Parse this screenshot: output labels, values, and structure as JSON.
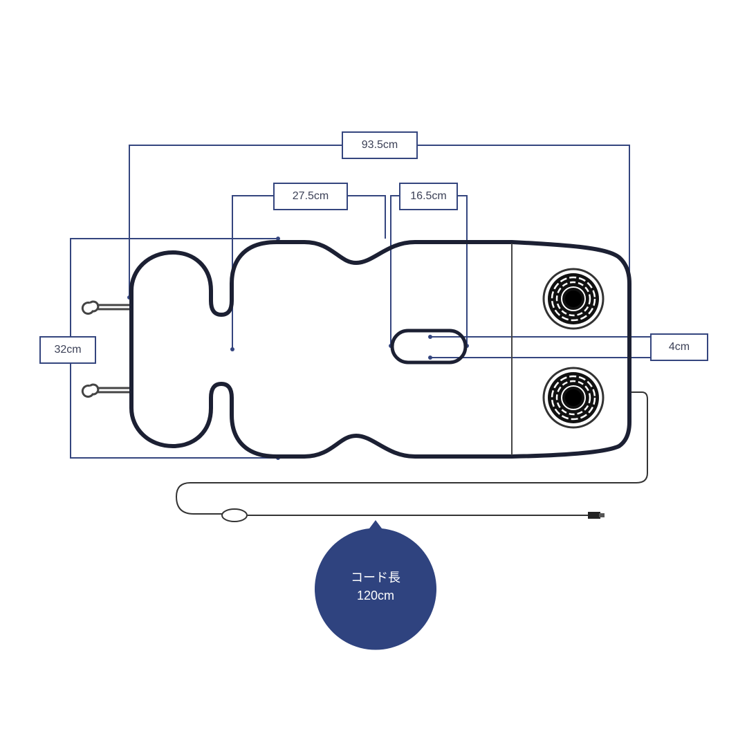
{
  "dimensions": {
    "total_length": "93.5cm",
    "head_section": "27.5cm",
    "slot_length": "16.5cm",
    "width": "32cm",
    "slot_width": "4cm"
  },
  "cord": {
    "label": "コード長",
    "length": "120cm"
  },
  "colors": {
    "dimension_line": "#34457e",
    "outline": "#1c2033",
    "bubble": "#2f437f"
  }
}
